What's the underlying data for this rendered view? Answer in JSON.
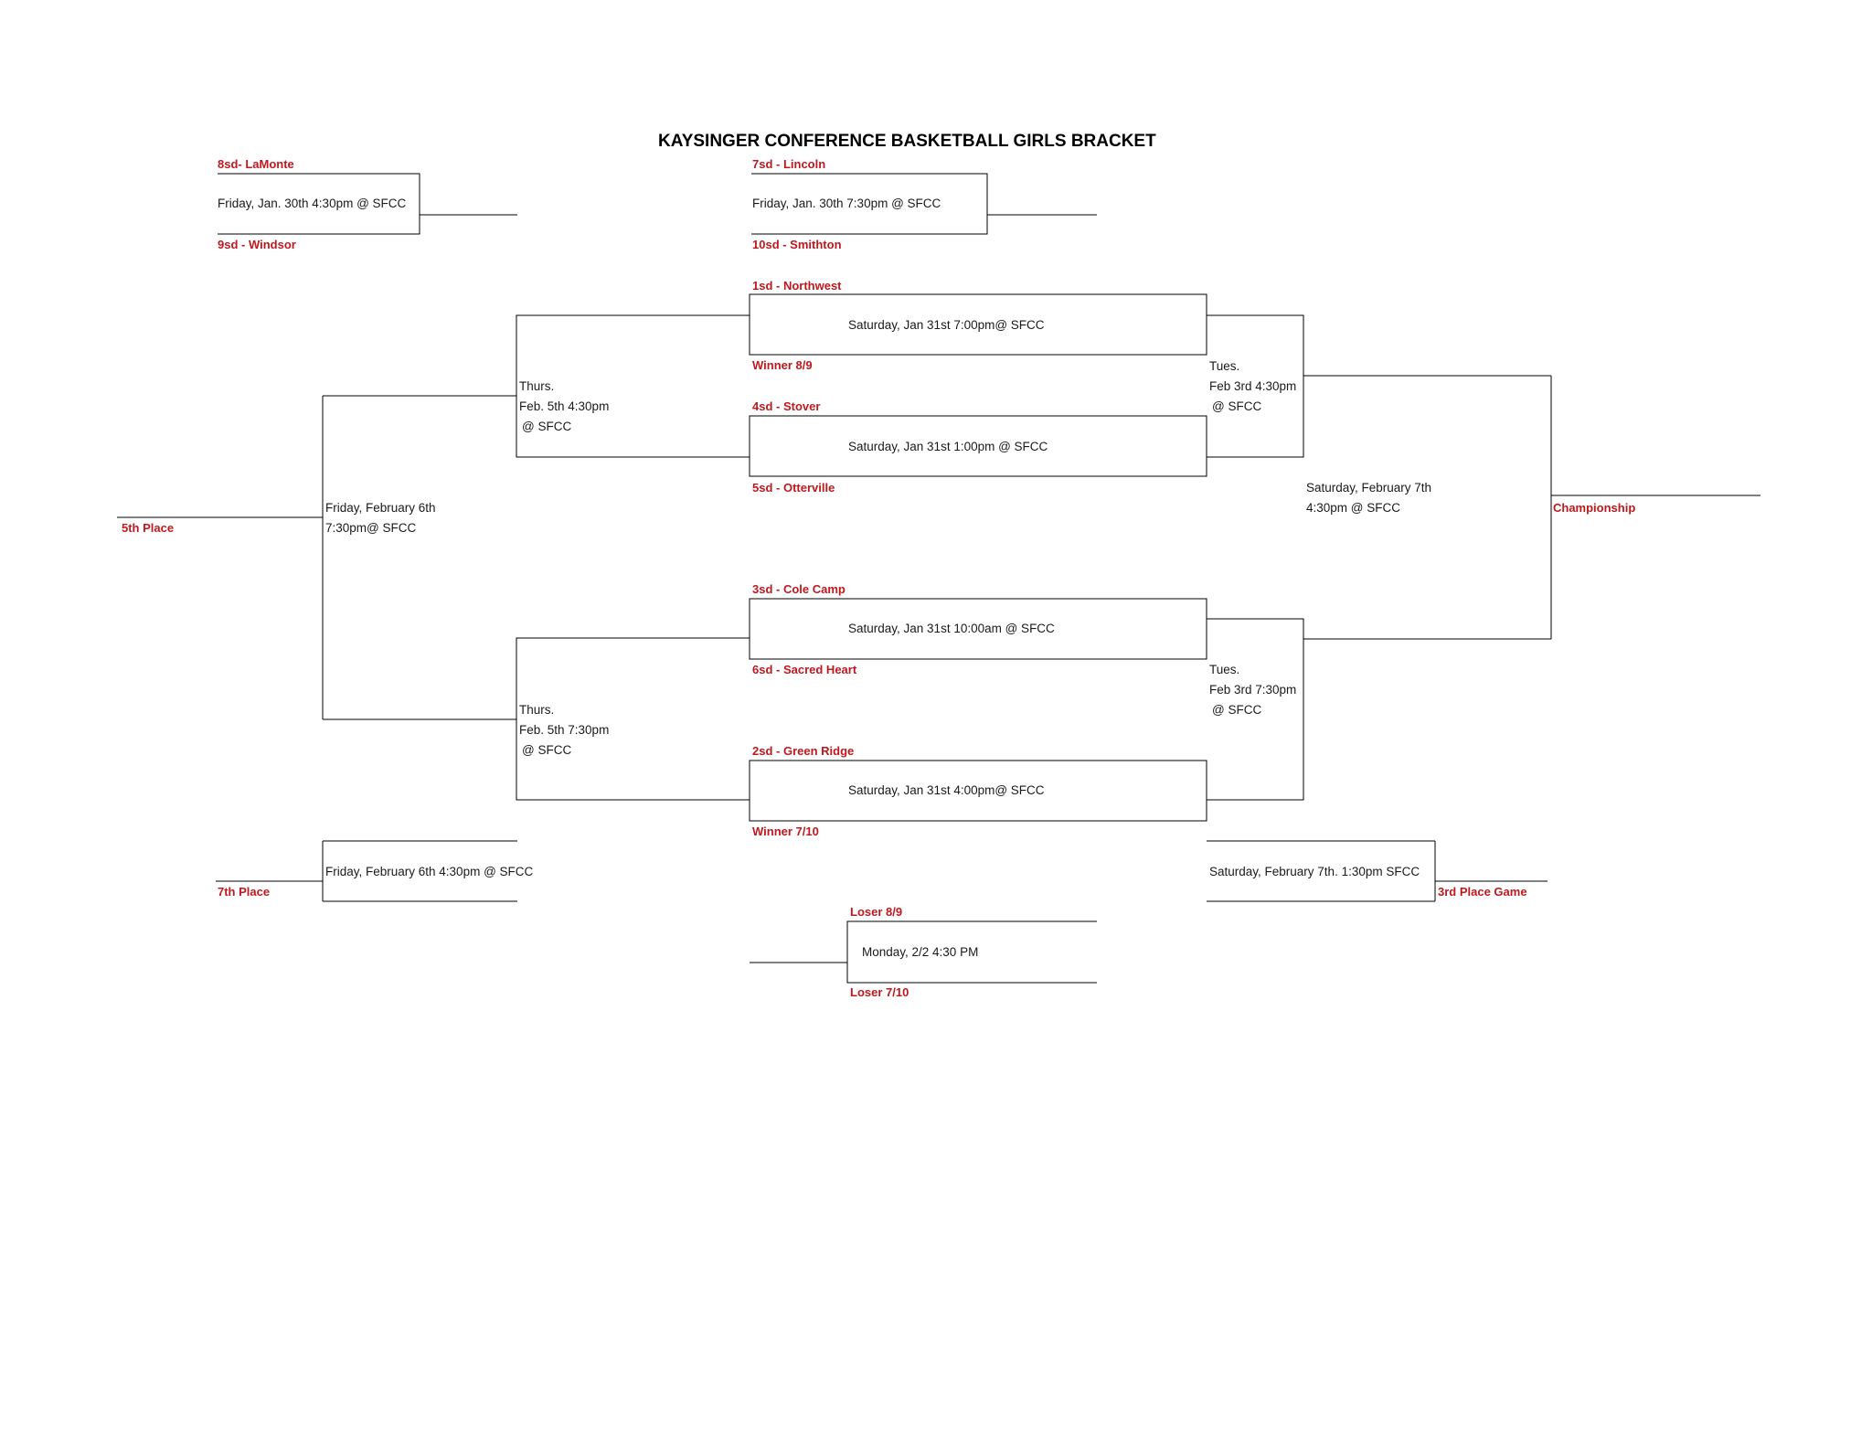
{
  "title": "KAYSINGER CONFERENCE BASKETBALL GIRLS BRACKET",
  "colors": {
    "team_label": "#c0181e",
    "line": "#000000",
    "text": "#1a1a1a"
  },
  "play_in": {
    "game1": {
      "top_team": "8sd- LaMonte",
      "bottom_team": "9sd - Windsor",
      "schedule": "Friday, Jan. 30th 4:30pm @ SFCC"
    },
    "game2": {
      "top_team": "7sd - Lincoln",
      "bottom_team": "10sd - Smithton",
      "schedule": "Friday, Jan. 30th 7:30pm @ SFCC"
    }
  },
  "quarterfinals": [
    {
      "top_team": "1sd - Northwest",
      "bottom_team": "Winner 8/9",
      "schedule": "Saturday, Jan 31st 7:00pm@ SFCC"
    },
    {
      "top_team": "4sd - Stover",
      "bottom_team": "5sd - Otterville",
      "schedule": "Saturday, Jan 31st 1:00pm @ SFCC"
    },
    {
      "top_team": "3sd - Cole Camp",
      "bottom_team": "6sd - Sacred Heart",
      "schedule": "Saturday, Jan 31st 10:00am @ SFCC"
    },
    {
      "top_team": "2sd - Green Ridge",
      "bottom_team": "Winner 7/10",
      "schedule": "Saturday, Jan 31st 4:00pm@ SFCC"
    }
  ],
  "semifinals": {
    "top": {
      "line1": "Tues.",
      "line2": "Feb 3rd 4:30pm",
      "line3": "@ SFCC"
    },
    "bottom": {
      "line1": "Tues.",
      "line2": "Feb 3rd 7:30pm",
      "line3": "@ SFCC"
    }
  },
  "championship": {
    "label": "Championship",
    "line1": "Saturday, February 7th",
    "line2": "4:30pm @ SFCC"
  },
  "third_place": {
    "label": "3rd Place Game",
    "schedule": "Saturday, February 7th. 1:30pm SFCC"
  },
  "consolation": {
    "top": {
      "line1": "Thurs.",
      "line2": "Feb. 5th 4:30pm",
      "line3": "@ SFCC"
    },
    "bottom": {
      "line1": "Thurs.",
      "line2": "Feb. 5th 7:30pm",
      "line3": "@ SFCC"
    },
    "fifth": {
      "label": "5th Place",
      "line1": "Friday, February 6th",
      "line2": "7:30pm@ SFCC"
    },
    "seventh": {
      "label": "7th Place",
      "schedule": "Friday, February 6th 4:30pm @ SFCC"
    }
  },
  "losers_game": {
    "top_team": "Loser 8/9",
    "bottom_team": "Loser 7/10",
    "schedule": "Monday, 2/2 4:30 PM"
  }
}
